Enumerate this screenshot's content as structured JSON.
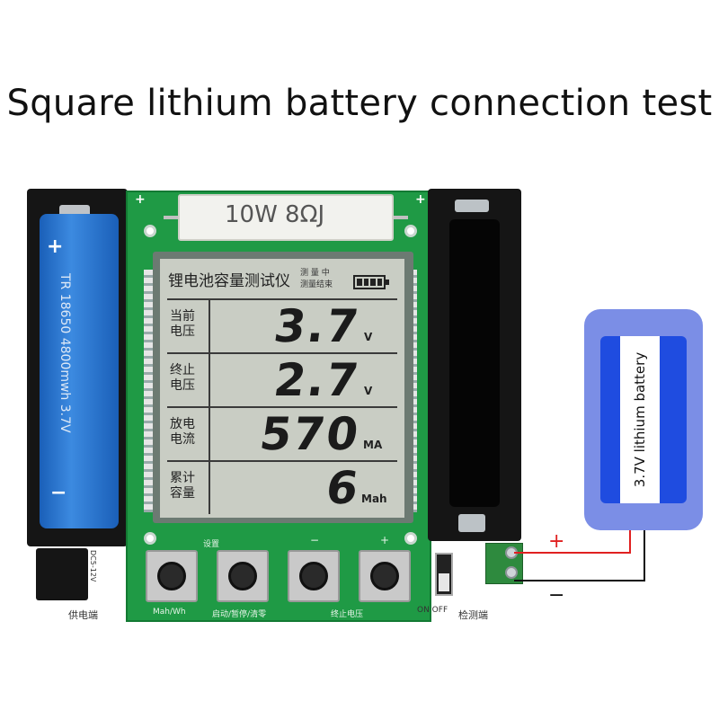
{
  "title": "Square lithium battery connection test",
  "resistor": {
    "label": "10W 8ΩJ"
  },
  "lcd": {
    "title": "锂电池容量测试仪",
    "status_measuring": "测 量 中",
    "status_done": "测量结束",
    "rows": [
      {
        "label_line1": "当前",
        "label_line2": "电压",
        "value": "3.7",
        "unit": "V"
      },
      {
        "label_line1": "终止",
        "label_line2": "电压",
        "value": "2.7",
        "unit": "V"
      },
      {
        "label_line1": "放电",
        "label_line2": "电流",
        "value": "570",
        "unit": "MA"
      },
      {
        "label_line1": "累计",
        "label_line2": "容量",
        "value": "6",
        "unit": "Mah"
      }
    ]
  },
  "buttons": {
    "settings_label": "设置",
    "minus_label": "−",
    "plus_label": "+",
    "mode_label": "Mah/Wh",
    "start_label": "启动/暂停/清零",
    "cutoff_label": "终止电压"
  },
  "board": {
    "power_label": "供电端",
    "test_label": "检测端",
    "switch_label": "ON OFF",
    "dc_label": "DC5-12V"
  },
  "cell": {
    "text": "TR 18650 4800mwh 3.7V",
    "plus": "+",
    "minus": "−"
  },
  "pack": {
    "label": "3.7V lithium battery",
    "plus": "+",
    "minus": "−"
  },
  "colors": {
    "board": "#1f9a45",
    "lcd": "#c9cdc4",
    "cell": "#2a74cf",
    "pack_outer": "#7b8ee6",
    "pack_inner": "#1f4ce0",
    "wire_positive": "#e02020",
    "wire_negative": "#111111"
  }
}
